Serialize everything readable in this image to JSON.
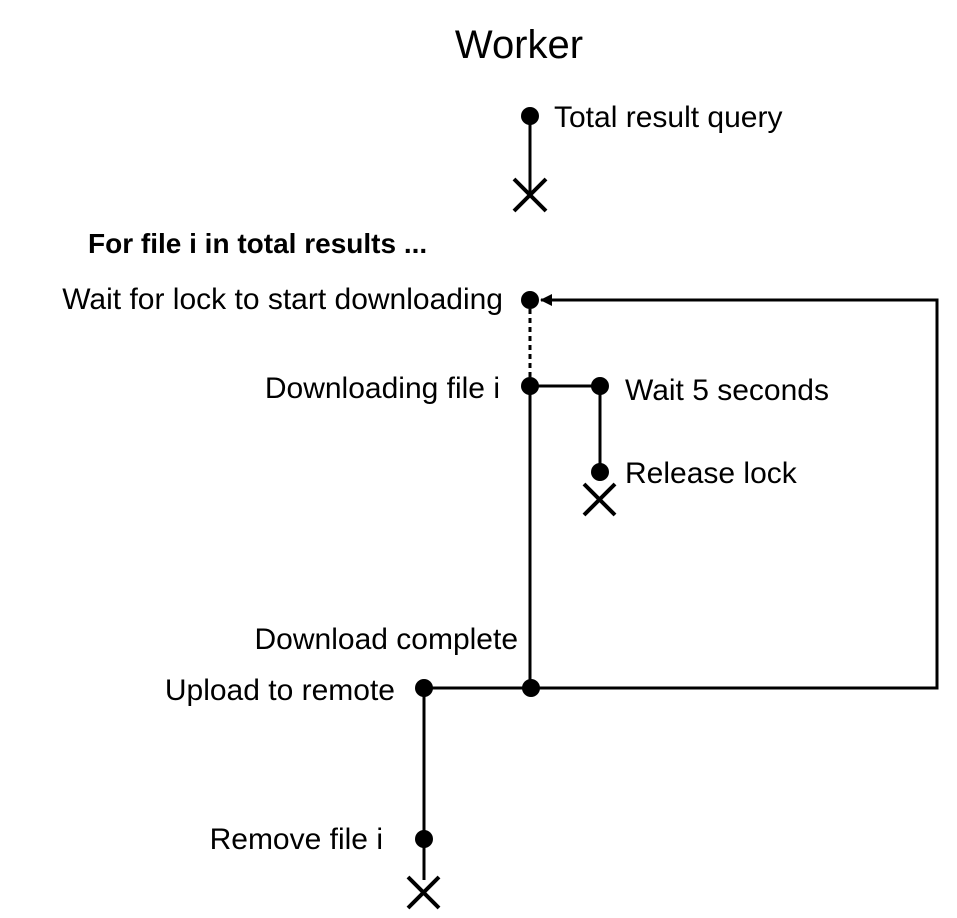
{
  "title": "Worker",
  "loop_heading": "For file i in total results ...",
  "steps": {
    "total_result_query": "Total result query",
    "wait_for_lock": "Wait for lock to start downloading",
    "downloading_file": "Downloading file i",
    "wait_5_seconds": "Wait 5 seconds",
    "release_lock": "Release lock",
    "download_complete": "Download complete",
    "upload_to_remote": "Upload to remote",
    "remove_file": "Remove file i"
  },
  "colors": {
    "line": "#000000",
    "background": "#ffffff"
  }
}
